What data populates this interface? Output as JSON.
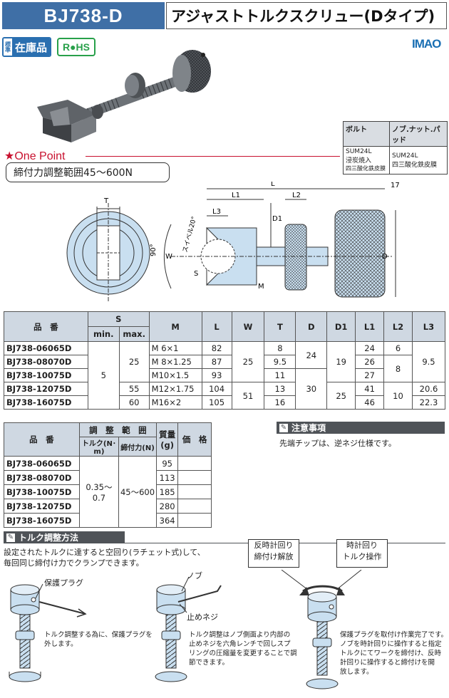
{
  "header": {
    "code": "BJ738-D",
    "title": "アジャストトルクスクリュー(Dタイプ)"
  },
  "badges": {
    "stock_small": "標準",
    "stock_big": "在庫品",
    "rohs": "R●HS",
    "logo": "IMAO"
  },
  "one_point": {
    "title": "★One Point",
    "text": "締付力調整範囲45～600N"
  },
  "material": {
    "headers": [
      "ボルト",
      "ノブ.ナット.パッド"
    ],
    "bolt": [
      "SUM24L",
      "浸炭焼入",
      "四三酸化鉄皮膜"
    ],
    "knob": [
      "SUM24L",
      "四三酸化鉄皮膜"
    ]
  },
  "drawing_labels": {
    "T": "T",
    "L": "L",
    "L1": "L1",
    "L2": "L2",
    "L3": "L3",
    "D1": "D1",
    "D": "D",
    "W": "W",
    "S": "S",
    "M": "M",
    "d17": "17",
    "angle90": "90°",
    "swivel": "スイベル20°"
  },
  "spec": {
    "headers": {
      "pn": "品　番",
      "s": "S",
      "s_min": "min.",
      "s_max": "max.",
      "m": "M",
      "l": "L",
      "w": "W",
      "t": "T",
      "d": "D",
      "d1": "D1",
      "l1": "L1",
      "l2": "L2",
      "l3": "L3"
    },
    "rows": [
      {
        "pn": "BJ738-06065D",
        "m": "M 6×1",
        "l": "82",
        "t": "8",
        "l1": "24",
        "l2": "6"
      },
      {
        "pn": "BJ738-08070D",
        "m": "M 8×1.25",
        "l": "87",
        "t": "9.5",
        "l1": "26"
      },
      {
        "pn": "BJ738-10075D",
        "m": "M10×1.5",
        "l": "93",
        "t": "11",
        "l1": "27"
      },
      {
        "pn": "BJ738-12075D",
        "m": "M12×1.75",
        "l": "104",
        "t": "13",
        "l1": "41",
        "l3": "20.6"
      },
      {
        "pn": "BJ738-16075D",
        "m": "M16×2",
        "l": "105",
        "t": "16",
        "l1": "46",
        "l3": "22.3"
      }
    ],
    "merged": {
      "s_min": "5",
      "s_max_a": "25",
      "s_max_b": "55",
      "s_max_c": "60",
      "w_a": "25",
      "w_b": "51",
      "d_a": "24",
      "d_b": "30",
      "d1_a": "19",
      "d1_b": "25",
      "l2_b": "8",
      "l2_c": "10",
      "l3_a": "9.5"
    }
  },
  "spec2": {
    "headers": {
      "pn": "品　番",
      "adj": "調　整　範　囲",
      "torque": "トルク(N･m)",
      "force": "締付力(N)",
      "mass": "質量",
      "mass_unit": "(g)",
      "price": "価　格"
    },
    "rows": [
      {
        "pn": "BJ738-06065D",
        "mass": "95"
      },
      {
        "pn": "BJ738-08070D",
        "mass": "113"
      },
      {
        "pn": "BJ738-10075D",
        "mass": "185"
      },
      {
        "pn": "BJ738-12075D",
        "mass": "280"
      },
      {
        "pn": "BJ738-16075D",
        "mass": "364"
      }
    ],
    "torque": "0.35～0.7",
    "force": "45～600"
  },
  "caution": {
    "title": "注意事項",
    "text": "先端チップは、逆ネジ仕様です。"
  },
  "adjust": {
    "title": "トルク調整方法",
    "intro1": "設定されたトルクに達すると空回り(ラチェット式)して、",
    "intro2": "毎回同じ締付け力でクランプできます。",
    "step1_label": "保護プラグ",
    "step1_text": [
      "トルク調整する為に、保護プラグを",
      "外します。"
    ],
    "step2_label_a": "ノブ",
    "step2_label_b": "止めネジ",
    "step2_text": [
      "トルク調整はノブ側面より内部の",
      "止めネジを六角レンチで回しスプ",
      "リングの圧縮量を変更することで調",
      "節できます。"
    ],
    "callout_a": [
      "反時計回り",
      "締付け解放"
    ],
    "callout_b": [
      "時計回り",
      "トルク操作"
    ],
    "step3_text": [
      "保護プラグを取付け作業完了です。",
      "ノブを時計回りに操作すると指定",
      "トルクにてワークを締付け、反時",
      "計回りに操作すると締付けを開",
      "放します。"
    ]
  }
}
